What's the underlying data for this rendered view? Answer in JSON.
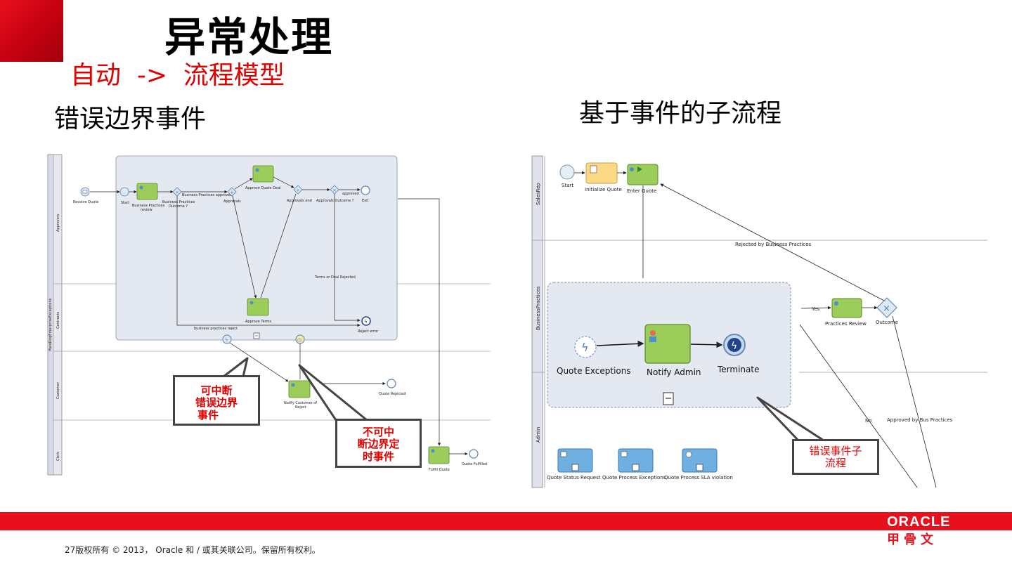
{
  "slide": {
    "title": "异常处理",
    "subtitle": "自动  ->  流程模型",
    "left_heading": "错误边界事件",
    "right_heading": "基于事件的子流程",
    "footer": "27版权所有 © 2013， Oracle 和 / 或其关联公司。保留所有权利。",
    "brand": {
      "logo": "ORACLE",
      "cn": "甲骨文"
    },
    "colors": {
      "accent": "#e8101c",
      "task_green": "#9ccc5a",
      "subprocess_bg": "#e4e8f0"
    }
  },
  "left_diagram": {
    "pool_label": "HandlingEnterpriseExceptions",
    "lanes": [
      "Approvers",
      "Contracts",
      "Customer",
      "Clerk"
    ],
    "nodes": {
      "receive_quote": "Receive Quote",
      "start": "Start",
      "business_practices_review_1": "Business Practices",
      "business_practices_review_2": "review",
      "bp_outcome_1": "Business Practices",
      "bp_outcome_2": "Outcome ?",
      "bp_approved": "Business Practices approved",
      "approvals": "Approvals",
      "approve_quote_deal": "Approve Quote Deal",
      "approvals_end": "Approvals end",
      "approvals_outcome": "Approvals Outcome ?",
      "approved": "approved",
      "exit": "Exit",
      "terms_rejected": "Terms or Deal Rejected",
      "approve_terms": "Approve Terms",
      "bp_reject": "business practices reject",
      "reject_error": "Reject error",
      "notify_customer_1": "Notify Customer of",
      "notify_customer_2": "Reject",
      "quote_rejected": "Quote Rejected",
      "fulfill_quote": "Fulfill Quote",
      "quote_fulfilled": "Quote Fulfilled"
    },
    "callout_interrupting": [
      "可中断",
      "错误边界",
      "事件"
    ],
    "callout_noninterrupting": [
      "不可中",
      "断边界定",
      "时事件"
    ]
  },
  "right_diagram": {
    "lanes": [
      "SalesRep",
      "BusinessPractices",
      "Admin"
    ],
    "nodes": {
      "start": "Start",
      "initialize_quote": "Initialize Quote",
      "enter_quote": "Enter Quote",
      "rejected_by_bp": "Rejected by Business Practices",
      "yes": "Yes",
      "practices_review": "Practices Review",
      "outcome": "Outcome",
      "quote_exceptions": "Quote Exceptions",
      "notify_admin": "Notify Admin",
      "terminate": "Terminate",
      "no": "No",
      "approved_by_bp": "Approved by Bus Practices",
      "quote_status_request": "Quote Status Request",
      "quote_process_exceptions": "Quote Process Exceptions",
      "quote_process_sla": "Quote Process SLA violation"
    },
    "callout_error_subprocess": [
      "错误事件子",
      "流程"
    ]
  }
}
